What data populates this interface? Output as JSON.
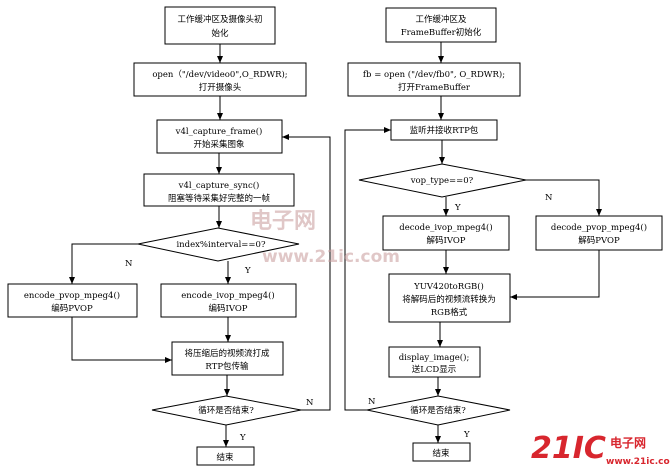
{
  "left": {
    "init": [
      "工作缓冲区及摄像头初",
      "始化"
    ],
    "open": [
      "open（\"/dev/video0\",O_RDWR);",
      "打开摄像头"
    ],
    "capture": [
      "v4l_capture_frame()",
      "开始采集图象"
    ],
    "sync": [
      "v4l_capture_sync()",
      "阻塞等待采集好完整的一帧"
    ],
    "decision": "index%interval==0?",
    "encode_p": [
      "encode_pvop_mpeg4()",
      "编码PVOP"
    ],
    "encode_i": [
      "encode_ivop_mpeg4()",
      "编码IVOP"
    ],
    "rtp": [
      "将压缩后的视频流打成",
      "RTP包传输"
    ],
    "loop": "循环是否结束?",
    "end": "结束",
    "n1": "N",
    "y1": "Y",
    "n2": "N",
    "y2": "Y"
  },
  "right": {
    "init": [
      "工作缓冲区及",
      "FrameBuffer初始化"
    ],
    "open": [
      "fb = open (\"/dev/fb0\", O_RDWR);",
      "打开FrameBuffer"
    ],
    "listen": "监听并接收RTP包",
    "decision": "vop_type==0?",
    "decode_i": [
      "decode_ivop_mpeg4()",
      "解码IVOP"
    ],
    "decode_p": [
      "decode_pvop_mpeg4()",
      "解码PVOP"
    ],
    "yuv": [
      "YUV420toRGB()",
      "将解码后的视频流转换为",
      "RGB格式"
    ],
    "display": [
      "display_image();",
      "送LCD显示"
    ],
    "loop": "循环是否结束?",
    "end": "结束",
    "y1": "Y",
    "n1": "N",
    "n2": "N",
    "y2": "Y"
  },
  "watermark": {
    "text": "21IC",
    "sub1": "电子网",
    "sub2": "www.21ic.com",
    "color": "#d8262e"
  }
}
